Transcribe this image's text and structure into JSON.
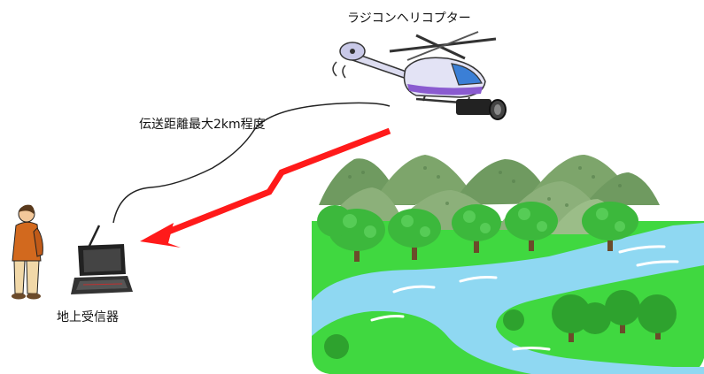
{
  "labels": {
    "helicopter": "ラジコンヘリコプター",
    "distance": "伝送距離最大2km程度",
    "receiver": "地上受信器"
  },
  "colors": {
    "signal_arrow": "#ff1a1a",
    "river": "#8fd8f2",
    "grass": "#40d840",
    "mountain": "#7da56b"
  }
}
